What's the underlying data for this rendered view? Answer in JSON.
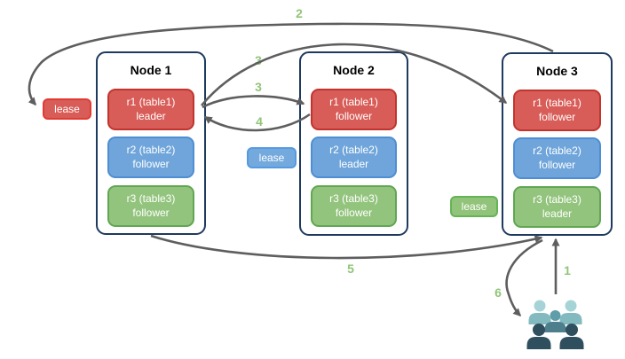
{
  "diagram": {
    "nodes": [
      {
        "title": "Node 1",
        "replicas": [
          {
            "name": "r1 (table1)",
            "role": "leader",
            "color": "#d85c57"
          },
          {
            "name": "r2 (table2)",
            "role": "follower",
            "color": "#6fa5da"
          },
          {
            "name": "r3 (table3)",
            "role": "follower",
            "color": "#93c47d"
          }
        ]
      },
      {
        "title": "Node 2",
        "replicas": [
          {
            "name": "r1 (table1)",
            "role": "follower",
            "color": "#d85c57"
          },
          {
            "name": "r2 (table2)",
            "role": "leader",
            "color": "#6fa5da"
          },
          {
            "name": "r3 (table3)",
            "role": "follower",
            "color": "#93c47d"
          }
        ]
      },
      {
        "title": "Node 3",
        "replicas": [
          {
            "name": "r1 (table1)",
            "role": "follower",
            "color": "#d85c57"
          },
          {
            "name": "r2 (table2)",
            "role": "follower",
            "color": "#6fa5da"
          },
          {
            "name": "r3 (table3)",
            "role": "leader",
            "color": "#93c47d"
          }
        ]
      }
    ],
    "leases": [
      {
        "label": "lease",
        "color": "#d85c57"
      },
      {
        "label": "lease",
        "color": "#74a9dd"
      },
      {
        "label": "lease",
        "color": "#92c37a"
      }
    ],
    "steps": [
      {
        "label": "1"
      },
      {
        "label": "2"
      },
      {
        "label": "3"
      },
      {
        "label": "3"
      },
      {
        "label": "4"
      },
      {
        "label": "5"
      },
      {
        "label": "6"
      }
    ],
    "icons": {
      "users": "users-group-icon"
    },
    "colors": {
      "node_border": "#1e3a5f",
      "arrow": "#5e5e5e",
      "step_label": "#90c577",
      "users_light": "#a6d4d6",
      "users_medium": "#5f9ea8",
      "users_dark": "#2f4e5e"
    }
  }
}
